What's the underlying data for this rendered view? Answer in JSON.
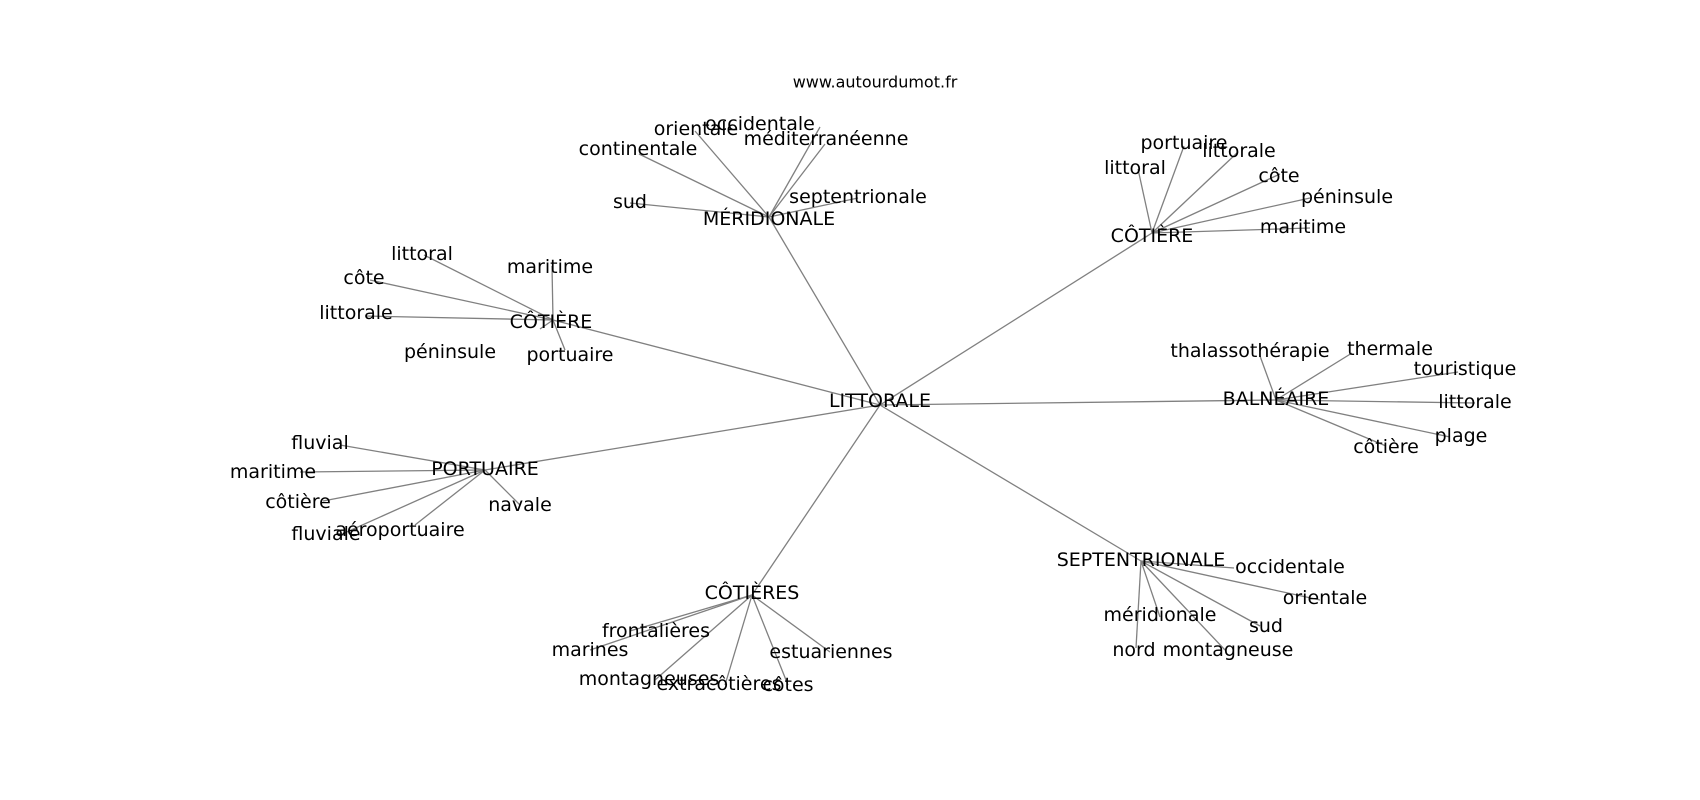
{
  "site_url": "www.autourdumot.fr",
  "root": "LITTORALE",
  "clusters": [
    {
      "id": "meridionale",
      "label": "MÉRIDIONALE",
      "leaves": [
        "occidentale",
        "orientale",
        "méditerranéenne",
        "continentale",
        "septentrionale",
        "sud"
      ]
    },
    {
      "id": "cotiere-ne",
      "label": "CÔTIÈRE",
      "leaves": [
        "portuaire",
        "littorale",
        "côte",
        "péninsule",
        "maritime",
        "littoral"
      ]
    },
    {
      "id": "cotiere-w",
      "label": "CÔTIÈRE",
      "leaves": [
        "littoral",
        "maritime",
        "côte",
        "littorale",
        "péninsule",
        "portuaire"
      ]
    },
    {
      "id": "balneaire",
      "label": "BALNÉAIRE",
      "leaves": [
        "thalassothérapie",
        "thermale",
        "touristique",
        "littorale",
        "plage",
        "côtière"
      ]
    },
    {
      "id": "portuaire",
      "label": "PORTUAIRE",
      "leaves": [
        "fluvial",
        "maritime",
        "côtière",
        "navale",
        "aéroportuaire",
        "fluviale"
      ]
    },
    {
      "id": "septentrionale",
      "label": "SEPTENTRIONALE",
      "leaves": [
        "occidentale",
        "orientale",
        "méridionale",
        "sud",
        "nord",
        "montagneuse"
      ]
    },
    {
      "id": "cotieres",
      "label": "CÔTIÈRES",
      "leaves": [
        "frontalières",
        "marines",
        "estuariennes",
        "montagneuses",
        "extracôtières",
        "côtes"
      ]
    }
  ]
}
